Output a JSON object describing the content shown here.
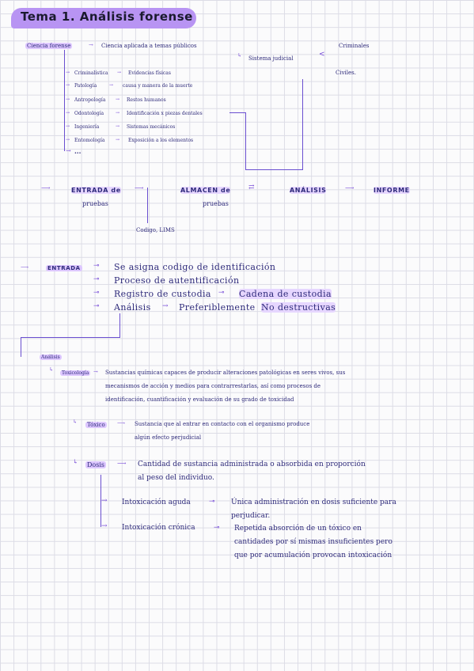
{
  "title": "Tema 1. Análisis forense",
  "top": {
    "ciencia_forense": "Ciencia forense",
    "definicion": "Ciencia aplicada a temas públicos",
    "sistema_judicial": "Sistema judicial",
    "criminales": "Criminales",
    "civiles": "Civiles.",
    "ramas": [
      {
        "name": "Criminalística",
        "desc": "Evidencias físicas"
      },
      {
        "name": "Patología",
        "desc": "causa y manera de la muerte"
      },
      {
        "name": "Antropología",
        "desc": "Restos humanos"
      },
      {
        "name": "Odontología",
        "desc": "Identificación x piezas dentales"
      },
      {
        "name": "Ingeniería",
        "desc": "Sistemas mecánicos"
      },
      {
        "name": "Entomología",
        "desc": "Exposición a los elementos"
      }
    ],
    "more": "..."
  },
  "flow": {
    "entrada": "ENTRADA de",
    "entrada2": "pruebas",
    "almacen": "ALMACEN de",
    "almacen2": "pruebas",
    "analisis": "ANÁLISIS",
    "informe": "INFORME",
    "codigo": "Codigo, LIMS"
  },
  "entrada_section": {
    "label": "ENTRADA",
    "items": [
      "Se asigna codigo de identificación",
      "Proceso de autentificación",
      "Registro de custodia",
      "Análisis"
    ],
    "cadena": "Cadena de custodia",
    "preferiblemente": "Preferiblemente",
    "no_destructivas": "No destructivas"
  },
  "analisis_section": {
    "label": "Análisis",
    "toxicologia": "Toxicología",
    "tox_def_1": "Sustancias químicas capaces de producir alteraciones patológicas en seres vivos, sus",
    "tox_def_2": "mecanismos de acción y medios para contrarrestarlas, así como procesos de",
    "tox_def_3": "identificación, cuantificación y evaluación de su grado de toxicidad",
    "toxico": "Tóxico",
    "toxico_def_1": "Sustancia que al entrar en contacto con el organismo produce",
    "toxico_def_2": "algún efecto perjudicial",
    "dosis": "Dosis",
    "dosis_def_1": "Cantidad de sustancia administrada o absorbida en proporción",
    "dosis_def_2": "al peso del individuo.",
    "aguda": "Intoxicación aguda",
    "aguda_def_1": "Única administración en dosis suficiente para",
    "aguda_def_2": "perjudicar.",
    "cronica": "Intoxicación crónica",
    "cronica_def_1": "Repetida absorción de un tóxico en",
    "cronica_def_2": "cantidades por sí mismas insuficientes pero",
    "cronica_def_3": "que por acumulación provocan intoxicación"
  }
}
